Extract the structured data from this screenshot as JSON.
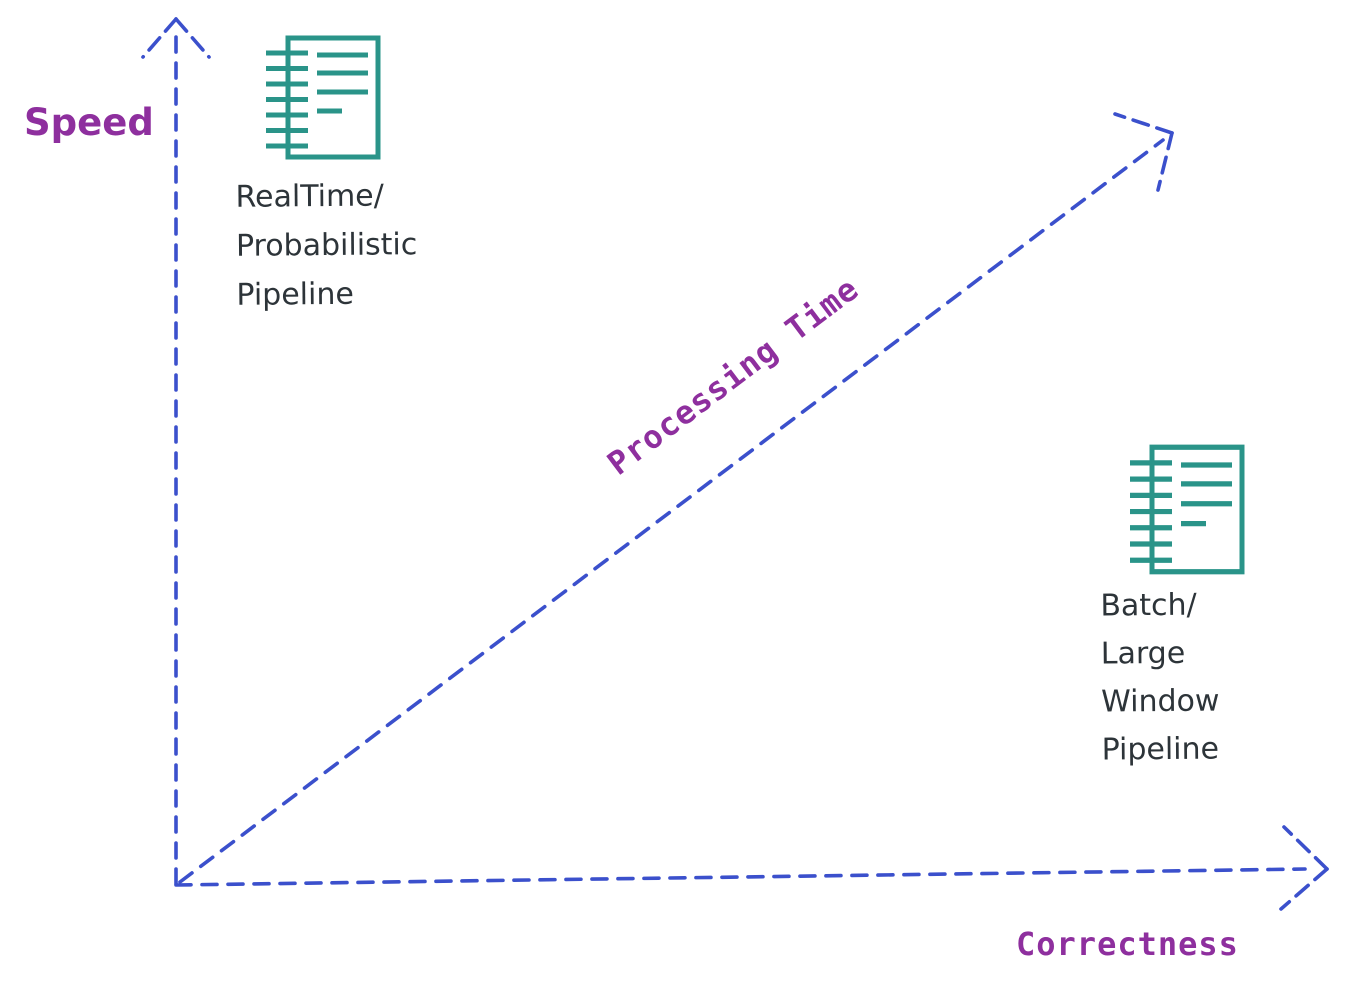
{
  "axes": {
    "y_label": "Speed",
    "x_label": "Correctness",
    "diagonal_label": "Processing Time"
  },
  "pipelines": {
    "realtime": {
      "icon": "notebook-icon",
      "lines": [
        "RealTime/",
        "Probabilistic",
        "Pipeline"
      ]
    },
    "batch": {
      "icon": "notebook-icon",
      "lines": [
        "Batch/",
        "Large",
        "Window",
        "Pipeline"
      ]
    }
  },
  "colors": {
    "axis_blue": "#3b50cc",
    "label_purple": "#8e2f9e",
    "icon_teal": "#2a9489",
    "ink": "#2d3439"
  }
}
